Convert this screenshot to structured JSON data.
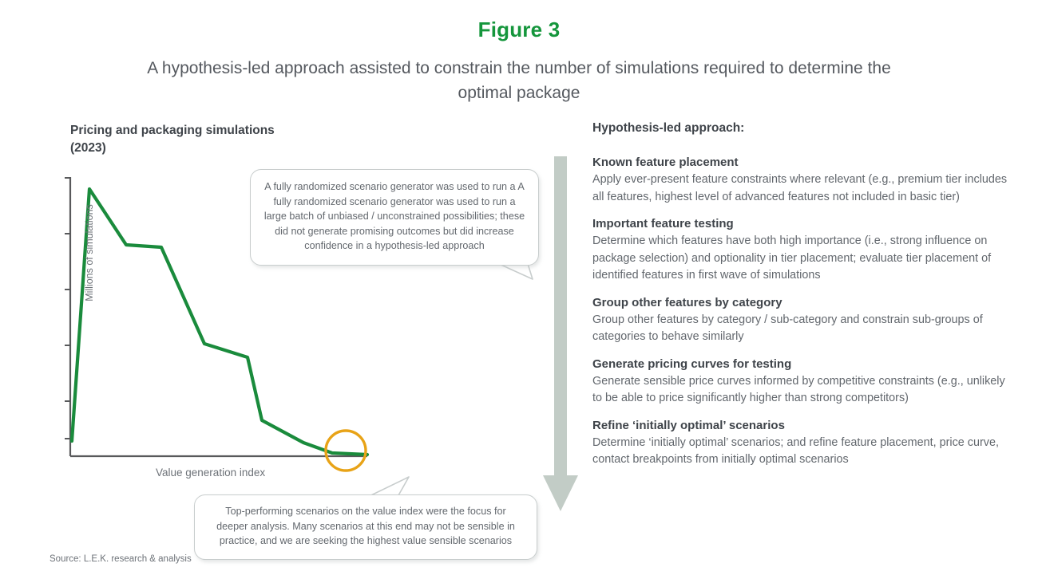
{
  "figure": {
    "title": "Figure 3",
    "subtitle": "A hypothesis-led approach assisted to constrain the number of simulations required to determine the optimal package",
    "title_color": "#15963c",
    "source": "Source: L.E.K. research & analysis"
  },
  "chart_heading": {
    "line1": "Pricing and packaging simulations",
    "line2": "(2023)"
  },
  "chart_data": {
    "type": "line",
    "title": "Pricing and packaging simulations (2023)",
    "xlabel": "Value generation index",
    "ylabel": "Millions of simulations",
    "series": [
      {
        "name": "Millions of simulations",
        "color": "#1a8b3c",
        "x": [
          0,
          1,
          2,
          3.1,
          4.6,
          6.1,
          6.9,
          8.3,
          9.2,
          10
        ],
        "values": [
          0.55,
          9.35,
          6.9,
          6.8,
          4.3,
          3.85,
          1.05,
          0.35,
          0.1,
          0.08
        ]
      }
    ],
    "xlim": [
      0,
      10
    ],
    "ylim": [
      0,
      10
    ],
    "grid": false,
    "legend": false,
    "y_tick_count": 6,
    "y_tick_labels": [],
    "x_tick_labels": [],
    "annotation_circle": {
      "label": "highlight-circle",
      "color": "#e8a317",
      "x": 9.35,
      "y": 0.15
    }
  },
  "callouts": {
    "top": "A fully randomized scenario generator was used to run a A fully randomized scenario generator was used to run a large batch of unbiased / unconstrained possibilities; these did not generate promising outcomes but did increase confidence in a hypothesis-led approach",
    "bottom": "Top-performing scenarios on the value index were the focus for deeper analysis. Many scenarios at this end may not be sensible in practice, and we are seeking the highest value sensible scenarios"
  },
  "arrow": {
    "name": "downward-flow-arrow",
    "color": "#c2ccc6"
  },
  "right_column": {
    "title": "Hypothesis-led approach:",
    "sections": [
      {
        "heading": "Known feature placement",
        "body": "Apply ever-present feature constraints where relevant (e.g., premium tier includes all features, highest level of advanced features not included in basic tier)"
      },
      {
        "heading": "Important feature testing",
        "body": "Determine which features have both high importance (i.e., strong influence on package selection) and optionality in tier placement; evaluate tier placement of identified features in first wave of simulations"
      },
      {
        "heading": "Group other features by category",
        "body": "Group other features by category / sub-category and constrain sub-groups of categories to behave similarly"
      },
      {
        "heading": "Generate pricing curves for testing",
        "body": "Generate sensible price curves informed by competitive constraints (e.g., unlikely to be able to price significantly higher than strong competitors)"
      },
      {
        "heading": "Refine ‘initially optimal’ scenarios",
        "body": "Determine ‘initially optimal’ scenarios; and refine feature placement, price curve, contact breakpoints from initially optimal scenarios"
      }
    ]
  }
}
